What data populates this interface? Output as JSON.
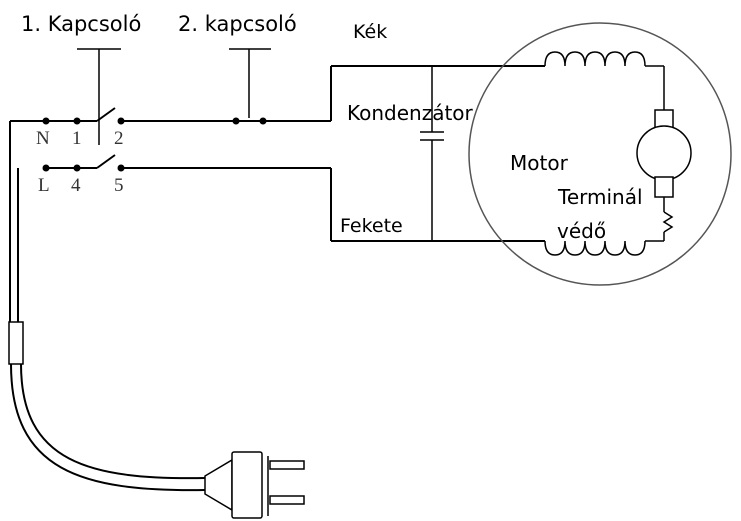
{
  "switches": {
    "switch1": "1. Kapcsoló",
    "switch2": "2. kapcsoló"
  },
  "wires": {
    "blue": "Kék",
    "black": "Fekete"
  },
  "components": {
    "capacitor": "Kondenzátor",
    "motor": "Motor",
    "terminal_line1": "Terminál",
    "terminal_line2": "védő"
  },
  "terminals": {
    "n": "N",
    "t1": "1",
    "t2": "2",
    "l": "L",
    "t4": "4",
    "t5": "5"
  }
}
